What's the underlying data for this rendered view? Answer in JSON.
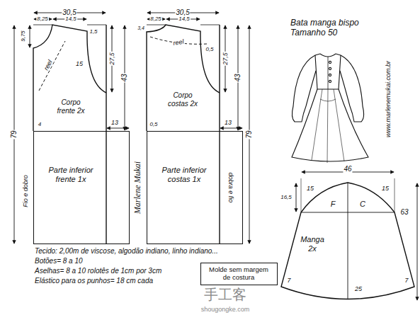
{
  "diagram": {
    "title": "Bata manga bispo Tamanho 50",
    "nodes": [
      {
        "text": [
          "Parte inferior frente 1x"
        ]
      },
      {
        "text": [
          "Parte inferior costas 1x"
        ]
      },
      {
        "text": [
          "Molde sem margem de costura"
        ]
      }
    ],
    "labels": [
      "30,5",
      "8,25",
      "14,5",
      "9,75",
      "1,5",
      "15",
      "27,5",
      "43",
      "79",
      "reel",
      "Corpo frente 2x",
      "4",
      "13",
      "Fio e dobro",
      "30,5",
      "8,25",
      "14,5",
      "3,4",
      "reel",
      "0,5",
      "27,5",
      "43",
      "79",
      "Corpo costas 2x",
      "0,5",
      "13",
      "dobra e fio",
      "Marlene Mukai",
      "www.marlenemukai.com.br",
      "46",
      "16,5",
      "15",
      "F",
      "C",
      "15",
      "63",
      "Manga 2x",
      "7",
      "7",
      "25",
      "Tecido: 2,00m de viscose, algodão indiano, linho indiano...",
      "Botões= 8 a 10",
      "Aselhas= 8 a 10 rolotês de 1cm por 3cm",
      "Elástico para os punhos= 18 cm cada",
      "手工客",
      "shougongke.com"
    ]
  }
}
